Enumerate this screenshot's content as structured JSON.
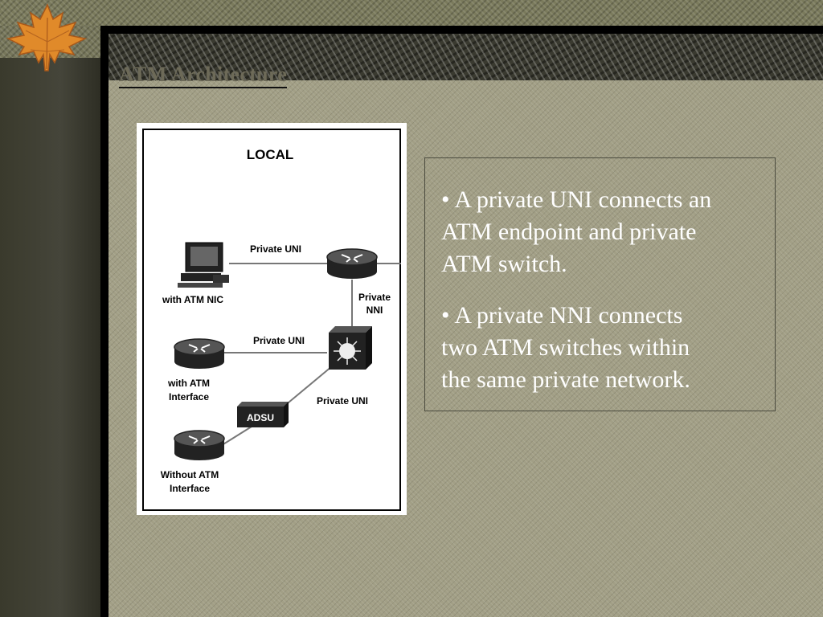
{
  "slide": {
    "title": "ATM Architecture"
  },
  "diagram": {
    "heading": "LOCAL",
    "labels": {
      "private_uni_top": "Private UNI",
      "private_nni_line1": "Private",
      "private_nni_line2": "NNI",
      "private_uni_middle": "Private UNI",
      "private_uni_bottom": "Private UNI",
      "adsu": "ADSU",
      "with_atm_nic": "with ATM NIC",
      "with_atm_interface_line1": "with ATM",
      "with_atm_interface_line2": "Interface",
      "without_atm_line1": "Without ATM",
      "without_atm_line2": "Interface"
    }
  },
  "bullets": [
    {
      "text_lines": [
        "• A private UNI connects an",
        "ATM endpoint and private",
        "ATM switch."
      ]
    },
    {
      "text_lines": [
        "• A private NNI connects",
        "two ATM switches within",
        "the same private network."
      ]
    }
  ]
}
